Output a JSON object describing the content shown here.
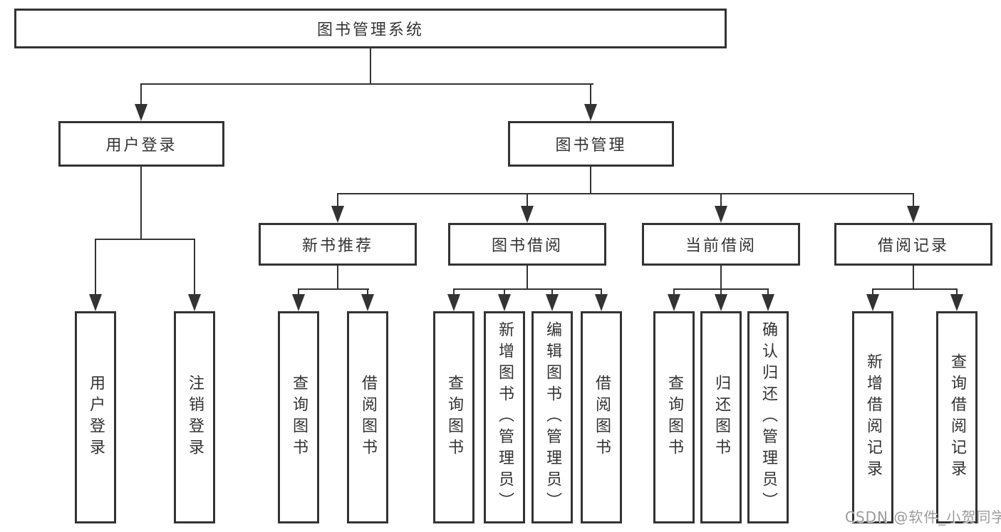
{
  "diagram": {
    "title": "图书管理系统",
    "nodes": {
      "root": "图书管理系统",
      "user_login": "用户登录",
      "book_mgmt": "图书管理",
      "new_book": "新书推荐",
      "book_borrow": "图书借阅",
      "current_borrow": "当前借阅",
      "borrow_record": "借阅记录",
      "leaf_user_login": "用户登录",
      "leaf_logout": "注销登录",
      "leaf_nb_query": "查询图书",
      "leaf_nb_borrow": "借阅图书",
      "leaf_bb_query": "查询图书",
      "leaf_bb_add": "新增图书（管理员）",
      "leaf_bb_edit": "编辑图书（管理员）",
      "leaf_bb_borrow": "借阅图书",
      "leaf_cb_query": "查询图书",
      "leaf_cb_return": "归还图书",
      "leaf_cb_confirm": "确认归还（管理员）",
      "leaf_br_add": "新增借阅记录",
      "leaf_br_query": "查询借阅记录"
    },
    "colors": {
      "line": "#333333",
      "text": "#333333",
      "background": "#ffffff",
      "watermark": "#9b9b9b"
    },
    "watermark": "CSDN @软件_小贺同学"
  }
}
